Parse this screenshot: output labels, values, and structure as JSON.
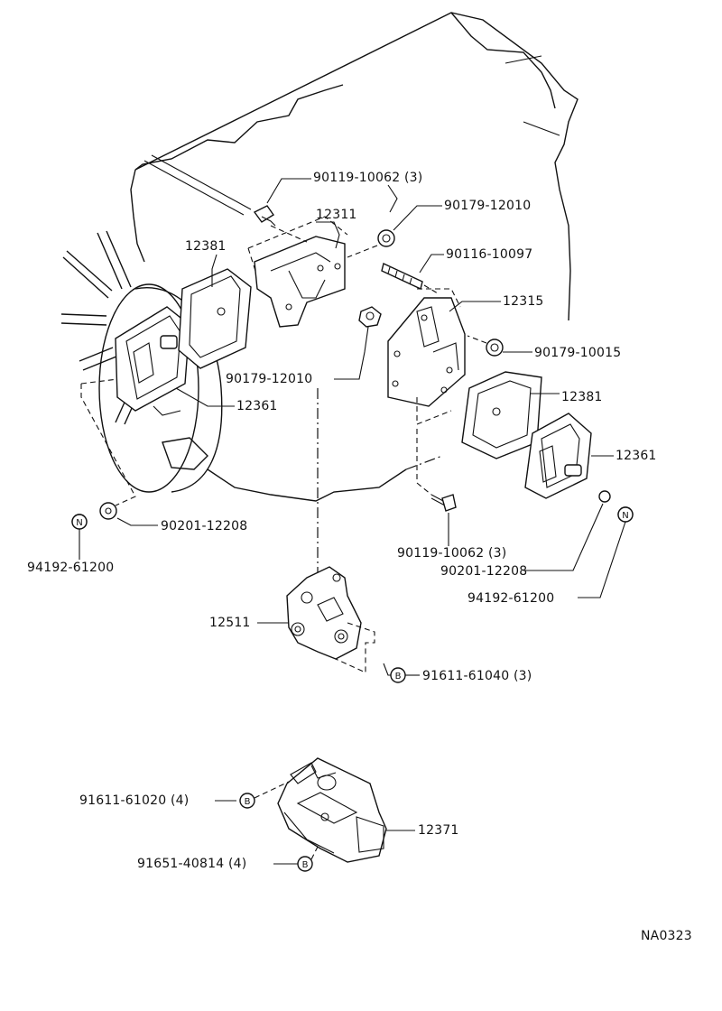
{
  "diagram_code": "NA0323",
  "part_labels": {
    "bolt_front_bracket": "90119-10062 (3)",
    "bracket_left": "12311",
    "nut_upper": "90179-12010",
    "insulator_left_cover": "12381",
    "stud": "90116-10097",
    "bracket_right": "12315",
    "nut_right": "90179-10015",
    "nut_left_lower": "90179-12010",
    "insulator_left": "12361",
    "insulator_right_cover": "12381",
    "insulator_right": "12361",
    "washer_left": "90201-12208",
    "nut_n_left": "94192-61200",
    "bolt_lower_right": "90119-10062 (3)",
    "washer_right": "90201-12208",
    "nut_n_right": "94192-61200",
    "rear_mount": "12511",
    "bolt_rear": "91611-61040 (3)",
    "bolt_crossmember": "91611-61020 (4)",
    "crossmember_mount": "12371",
    "bolt_crossmember_b": "91651-40814 (4)"
  },
  "markers": {
    "nut_letter": "N",
    "bolt_letter": "B"
  }
}
